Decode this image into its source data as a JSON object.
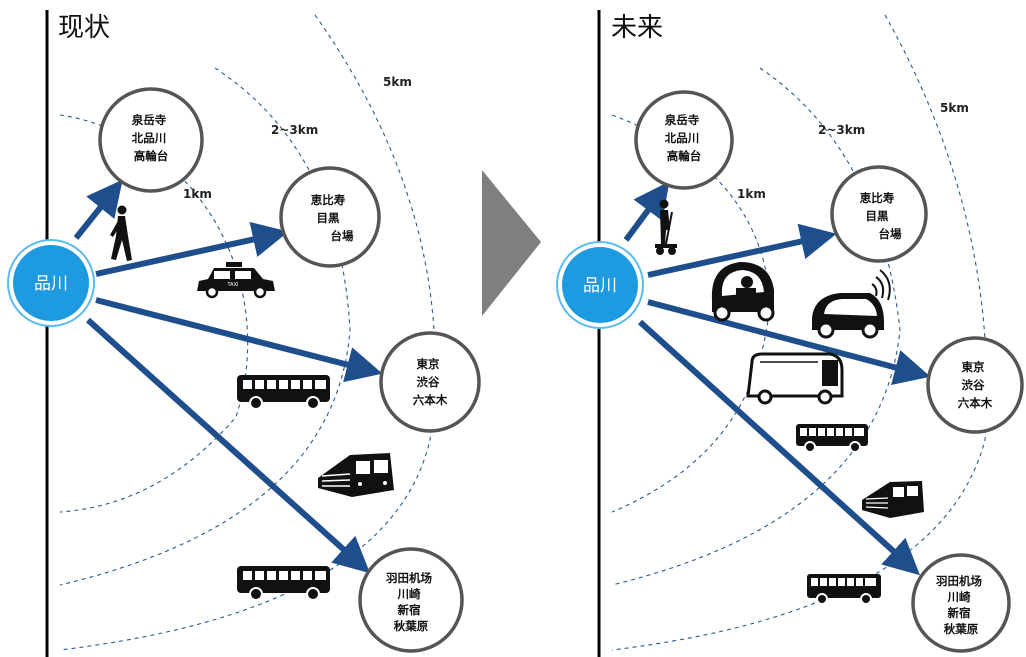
{
  "panels": {
    "current": {
      "title": "现状",
      "rings": {
        "r1": "1km",
        "r2": "2~3km",
        "r3": "5km"
      },
      "hub": "品川",
      "nodes": {
        "n1": [
          "泉岳寺",
          "北品川",
          "高輪台"
        ],
        "n2": [
          "恵比寿",
          "目黒",
          "台場"
        ],
        "n3": [
          "東京",
          "渋谷",
          "六本木"
        ],
        "n4": [
          "羽田机场",
          "川崎",
          "新宿",
          "秋葉原"
        ]
      },
      "vehicles": [
        "walking-person",
        "taxi",
        "bus",
        "train",
        "bus"
      ],
      "taxi_sign": "TAXI"
    },
    "future": {
      "title": "未来",
      "rings": {
        "r1": "1km",
        "r2": "2~3km",
        "r3": "5km"
      },
      "hub": "品川",
      "nodes": {
        "n1": [
          "泉岳寺",
          "北品川",
          "高輪台"
        ],
        "n2": [
          "恵比寿",
          "目黒",
          "台場"
        ],
        "n3": [
          "東京",
          "渋谷",
          "六本木"
        ],
        "n4": [
          "羽田机场",
          "川崎",
          "新宿",
          "秋葉原"
        ]
      },
      "vehicles": [
        "segway",
        "micro-ev",
        "autonomous-pod",
        "autonomous-shuttle",
        "bus",
        "train",
        "bus"
      ]
    }
  },
  "colors": {
    "arrow": "#1f4e8c",
    "hub": "#1e9be0",
    "hub_ring": "#5bbcf0",
    "node_border": "#555555",
    "dashed": "#2c5a8a",
    "divider_arrow": "#7f7f7f"
  }
}
